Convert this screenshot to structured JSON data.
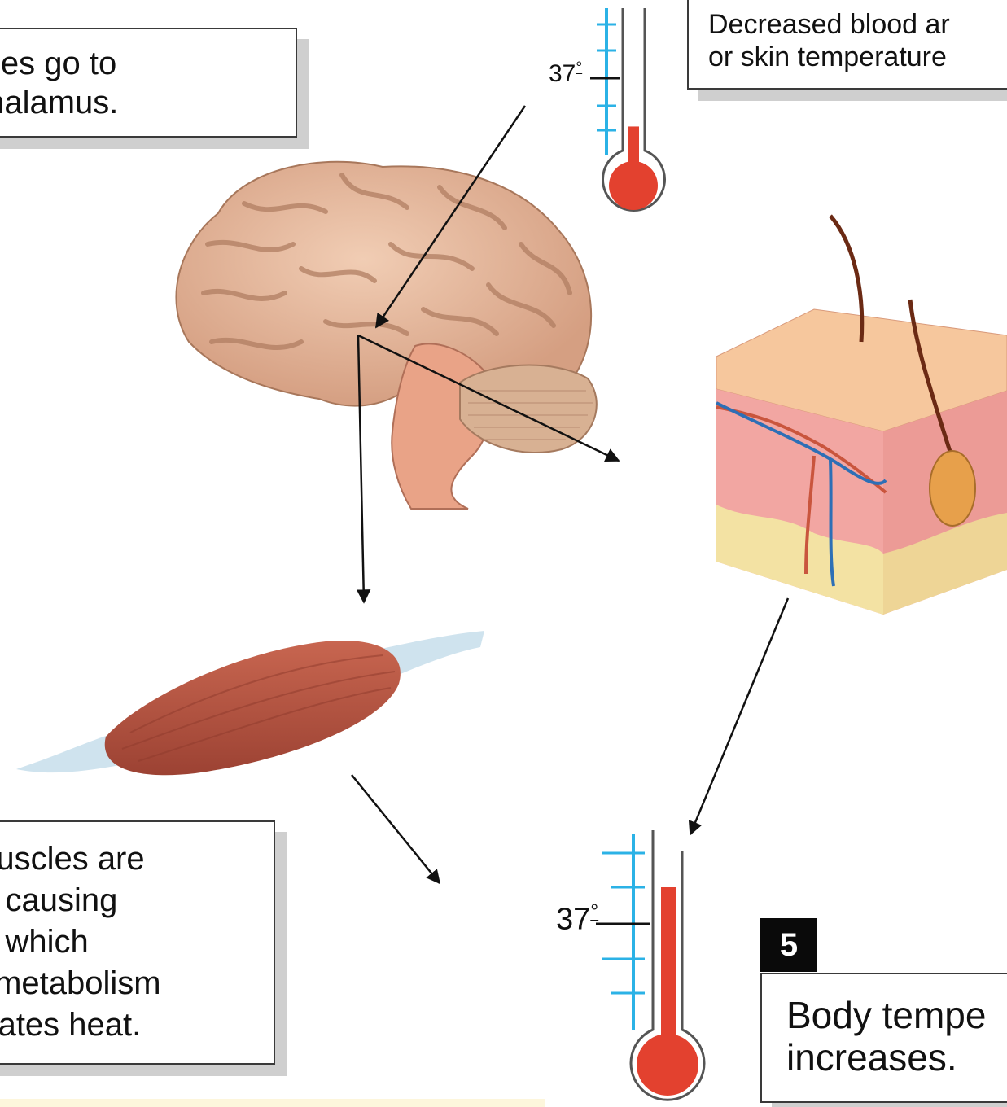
{
  "colors": {
    "thermometer_scale": "#2bb2e6",
    "mercury": "#e3412f",
    "muscle": "#b5523e",
    "tendon": "#cfe3ee",
    "skin_top": "#f6c79d",
    "skin_side": "#f2a6a2",
    "fat": "#f3e2a3",
    "vein": "#2d6fb6",
    "artery": "#c9553d",
    "brain": "#e4b89b",
    "arrow": "#111111",
    "box_shadow": "#cfcfcf"
  },
  "labels": {
    "impulses_lines": [
      "lses go to",
      "thalamus."
    ],
    "decreased_lines": [
      "Decreased blood ar",
      "or skin temperature"
    ],
    "muscles_lines": [
      " muscles are",
      "d, causing",
      "g, which",
      "s metabolism",
      "erates heat."
    ],
    "body_lines": [
      "Body tempe",
      "increases."
    ],
    "step_number": "5",
    "thermometer_top_value": "37",
    "thermometer_bottom_value": "37",
    "degree_symbol": "°"
  },
  "thermometers": [
    {
      "name": "thermometer-top",
      "level": 0.28
    },
    {
      "name": "thermometer-bottom",
      "level": 0.75
    }
  ],
  "icons": [
    "brain-illustration",
    "skin-cross-section-illustration",
    "skeletal-muscle-illustration",
    "thermometer-icon"
  ]
}
